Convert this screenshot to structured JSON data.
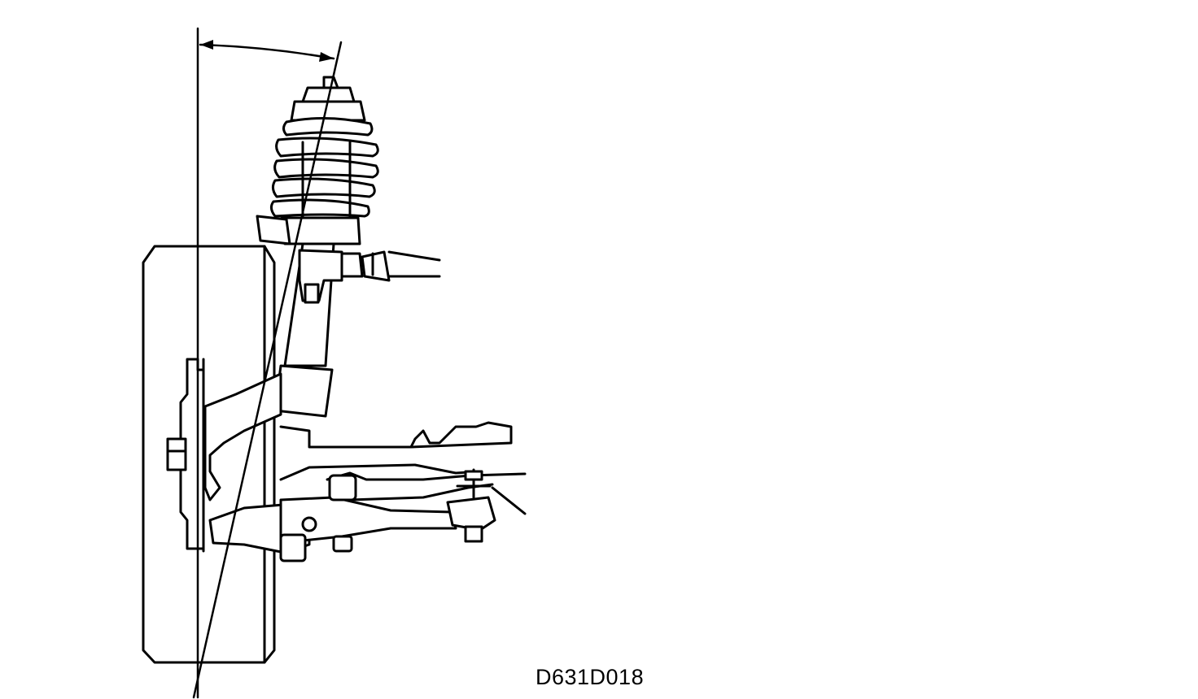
{
  "figure": {
    "code": "D631D018"
  },
  "colors": {
    "background": "#ffffff",
    "ink": "#000000"
  },
  "parts": [
    "wheel-tire",
    "wheel-hub",
    "coil-spring",
    "strut",
    "steering-knuckle",
    "tie-rod",
    "drive-shaft",
    "lower-control-arm",
    "stabilizer-link",
    "vertical-reference-line",
    "steering-axis-line",
    "angle-arc"
  ]
}
